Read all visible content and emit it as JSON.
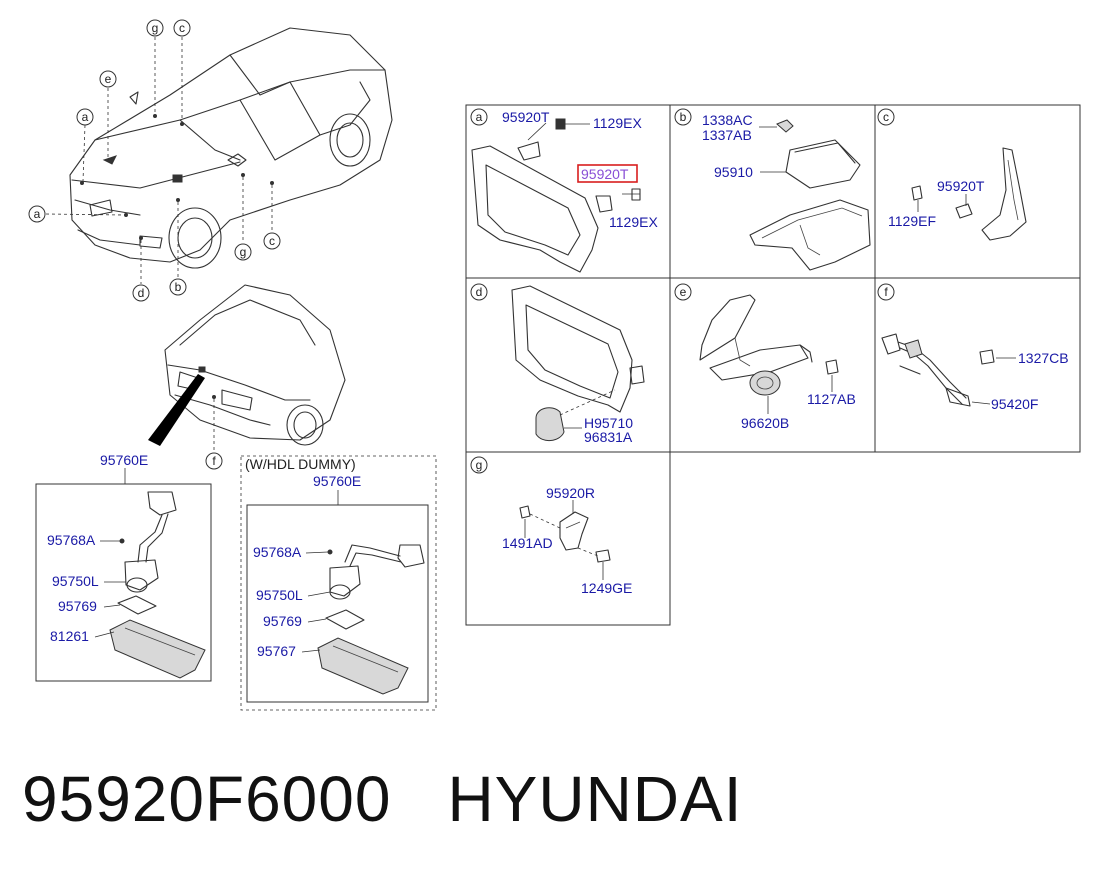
{
  "diagram": {
    "callouts": [
      "a",
      "b",
      "c",
      "d",
      "e",
      "f",
      "g"
    ],
    "panels": {
      "a": {
        "letter": "a",
        "labels": [
          "95920T",
          "1129EX",
          "95920T",
          "1129EX"
        ],
        "highlighted": "95920T"
      },
      "b": {
        "letter": "b",
        "labels": [
          "1338AC",
          "1337AB",
          "95910"
        ]
      },
      "c": {
        "letter": "c",
        "labels": [
          "95920T",
          "1129EF"
        ]
      },
      "d": {
        "letter": "d",
        "labels": [
          "H95710",
          "96831A"
        ]
      },
      "e": {
        "letter": "e",
        "labels": [
          "1127AB",
          "96620B"
        ]
      },
      "f": {
        "letter": "f",
        "labels": [
          "1327CB",
          "95420F"
        ]
      },
      "g": {
        "letter": "g",
        "labels": [
          "95920R",
          "1491AD",
          "1249GE"
        ]
      }
    },
    "handle_assembly": {
      "main": "95760E",
      "parts": [
        "95768A",
        "95750L",
        "95769",
        "81261"
      ]
    },
    "handle_assembly_dummy": {
      "title": "(W/HDL DUMMY)",
      "main": "95760E",
      "parts": [
        "95768A",
        "95750L",
        "95769",
        "95767"
      ]
    },
    "colors": {
      "label": "#1a1aa6",
      "highlight_box": "#d81e1e",
      "highlight_text": "#8a4fd6"
    }
  },
  "footer": {
    "part_number": "95920F6000",
    "brand": "HYUNDAI"
  }
}
